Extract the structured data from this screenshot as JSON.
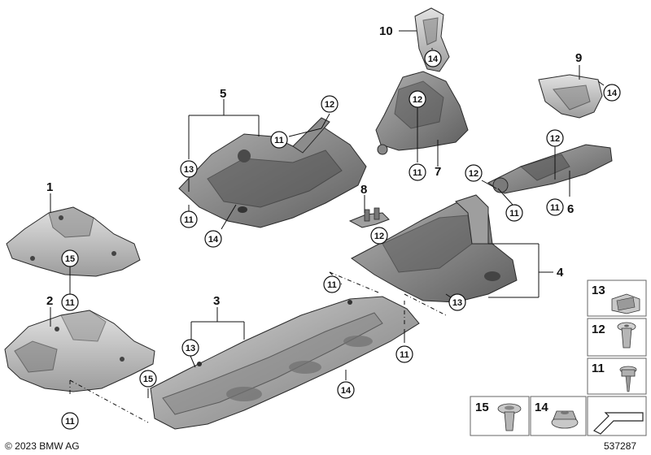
{
  "diagram": {
    "part_labels": {
      "p1": "1",
      "p2": "2",
      "p3": "3",
      "p4": "4",
      "p5": "5",
      "p6": "6",
      "p7": "7",
      "p8": "8",
      "p9": "9",
      "p10": "10"
    },
    "callouts": {
      "c11": "11",
      "c12": "12",
      "c13": "13",
      "c14": "14",
      "c15": "15"
    },
    "legend": {
      "n13": "13",
      "n12": "12",
      "n11": "11",
      "n15": "15",
      "n14": "14"
    },
    "copyright": "© 2023 BMW AG",
    "diagram_id": "537287"
  },
  "colors": {
    "panel_light": "#c9c9c9",
    "panel_mid": "#9a9a9a",
    "panel_dark": "#6e6e6e",
    "outline": "#2a2a2a"
  }
}
